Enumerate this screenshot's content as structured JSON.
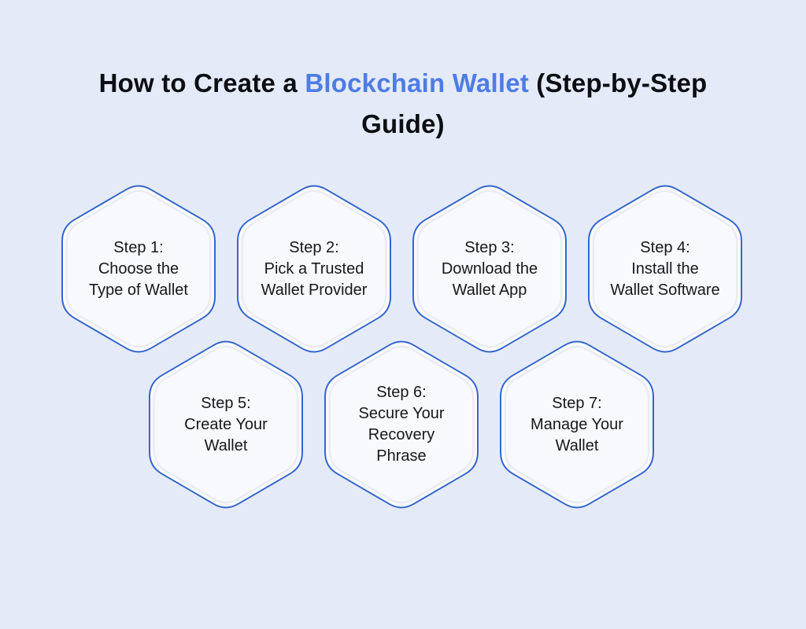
{
  "title": {
    "prefix": "How to Create a ",
    "highlight": "Blockchain Wallet",
    "suffix": " (Step-by-Step\nGuide)"
  },
  "steps": [
    {
      "id": 1,
      "text": "Step 1:\nChoose the\nType of Wallet"
    },
    {
      "id": 2,
      "text": "Step 2:\nPick a Trusted\nWallet Provider"
    },
    {
      "id": 3,
      "text": "Step 3:\nDownload the\nWallet App"
    },
    {
      "id": 4,
      "text": "Step 4:\nInstall the\nWallet Software"
    },
    {
      "id": 5,
      "text": "Step 5:\nCreate Your\nWallet"
    },
    {
      "id": 6,
      "text": "Step 6:\nSecure Your\nRecovery\nPhrase"
    },
    {
      "id": 7,
      "text": "Step 7:\nManage Your\nWallet"
    }
  ],
  "colors": {
    "background": "#e5eaf8",
    "hexagon_border": "#3465cd",
    "hexagon_fill": "#f8f9fd",
    "hexagon_gap_fill": "#ffffff",
    "title_text": "#0d0e13",
    "title_highlight": "#4d7ce4",
    "step_text": "#17181d"
  }
}
